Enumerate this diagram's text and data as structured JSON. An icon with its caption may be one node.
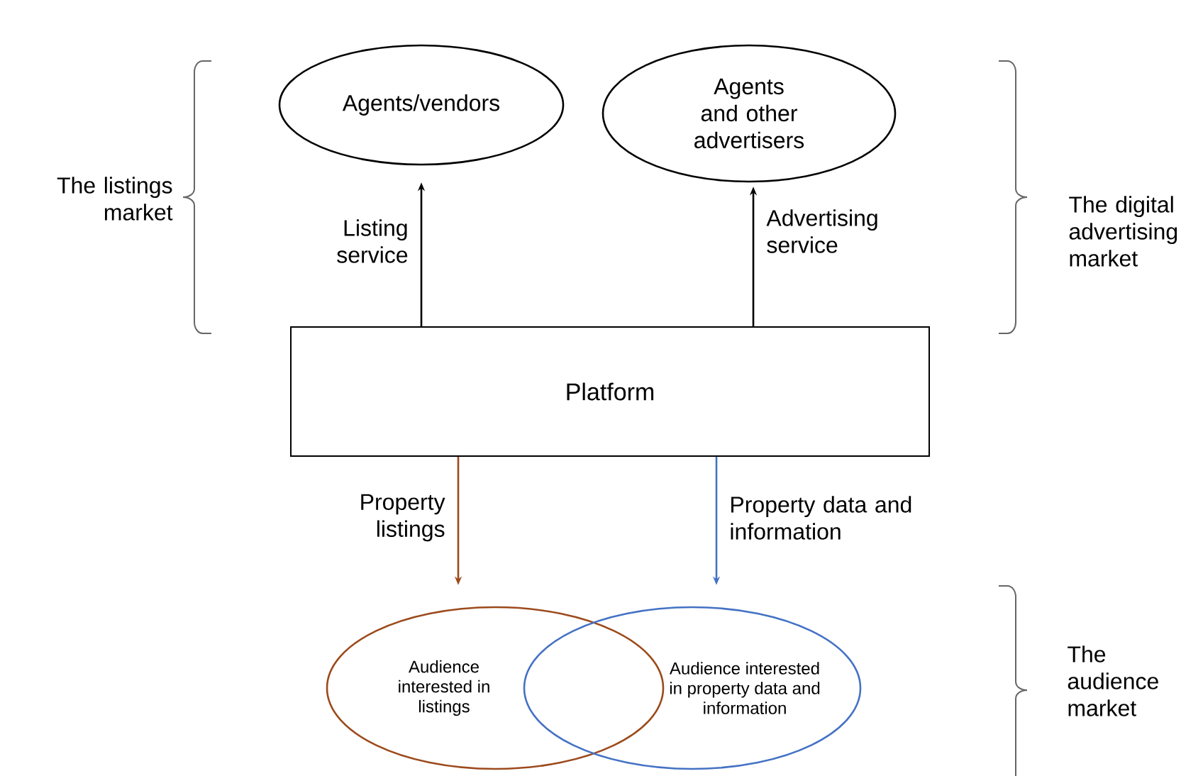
{
  "diagram": {
    "nodes": [
      {
        "text": [
          "Agents/vendors"
        ]
      },
      {
        "text": [
          "Agents and other advertisers"
        ]
      },
      {
        "text": [
          "Platform"
        ]
      },
      {
        "text": [
          "Audience interested in listings"
        ]
      },
      {
        "text": [
          "Audience interested in property data and information"
        ]
      }
    ],
    "edges": [
      {
        "from": 2,
        "to": 0,
        "arrow": "to",
        "label": "Listing service"
      },
      {
        "from": 2,
        "to": 1,
        "arrow": "to",
        "label": "Advertising service"
      },
      {
        "from": 2,
        "to": 3,
        "arrow": "to",
        "label": "Property listings",
        "color": "#9c4a1c"
      },
      {
        "from": 2,
        "to": 4,
        "arrow": "to",
        "label": "Property data and information",
        "color": "#4472c4"
      }
    ],
    "labels": [
      "The listings market",
      "The digital advertising market",
      "The audience market"
    ]
  }
}
